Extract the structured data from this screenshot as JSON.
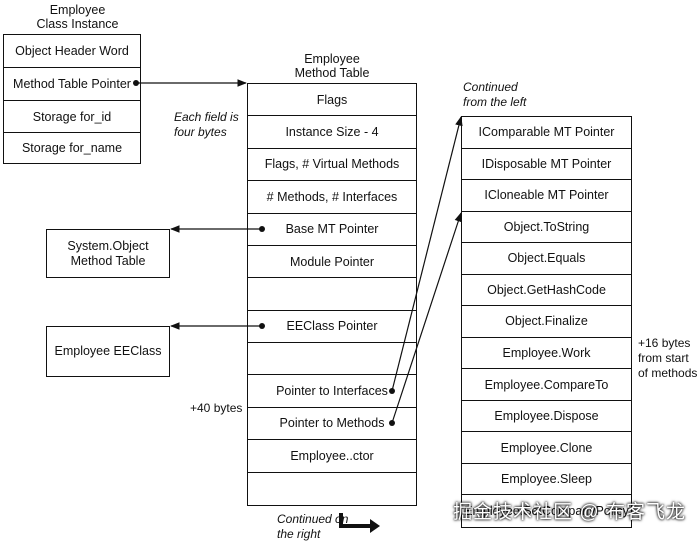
{
  "instance": {
    "title": [
      "Employee",
      "Class Instance"
    ],
    "rows": [
      "Object Header Word",
      "Method Table Pointer",
      "Storage for_id",
      "Storage for_name"
    ]
  },
  "method_table": {
    "title": [
      "Employee",
      "Method Table"
    ],
    "rows": [
      "Flags",
      "Instance Size - 4",
      "Flags, # Virtual Methods",
      "# Methods, # Interfaces",
      "Base MT Pointer",
      "Module Pointer",
      "",
      "EEClass Pointer",
      "",
      "Pointer to Interfaces",
      "Pointer to Methods",
      "Employee..ctor",
      ""
    ]
  },
  "continued_table": {
    "rows": [
      "IComparable MT Pointer",
      "IDisposable MT Pointer",
      "ICloneable MT Pointer",
      "Object.ToString",
      "Object.Equals",
      "Object.GetHashCode",
      "Object.Finalize",
      "Employee.Work",
      "Employee.CompareTo",
      "Employee.Dispose",
      "Employee.Clone",
      "Employee.Sleep",
      "Employee.SetCompanyPolicy"
    ]
  },
  "boxes": {
    "system_object": [
      "System.Object",
      "Method Table"
    ],
    "ee_class": "Employee EEClass"
  },
  "notes": {
    "each_field": [
      "Each field is",
      "four bytes"
    ],
    "continued_from_left": [
      "Continued",
      "from the left"
    ],
    "continued_on_right": [
      "Continued on",
      "the right"
    ],
    "plus40": "+40 bytes",
    "plus16": [
      "+16 bytes",
      "from start",
      "of methods"
    ]
  },
  "watermark": "掘金技术社区 @ 布客飞龙"
}
